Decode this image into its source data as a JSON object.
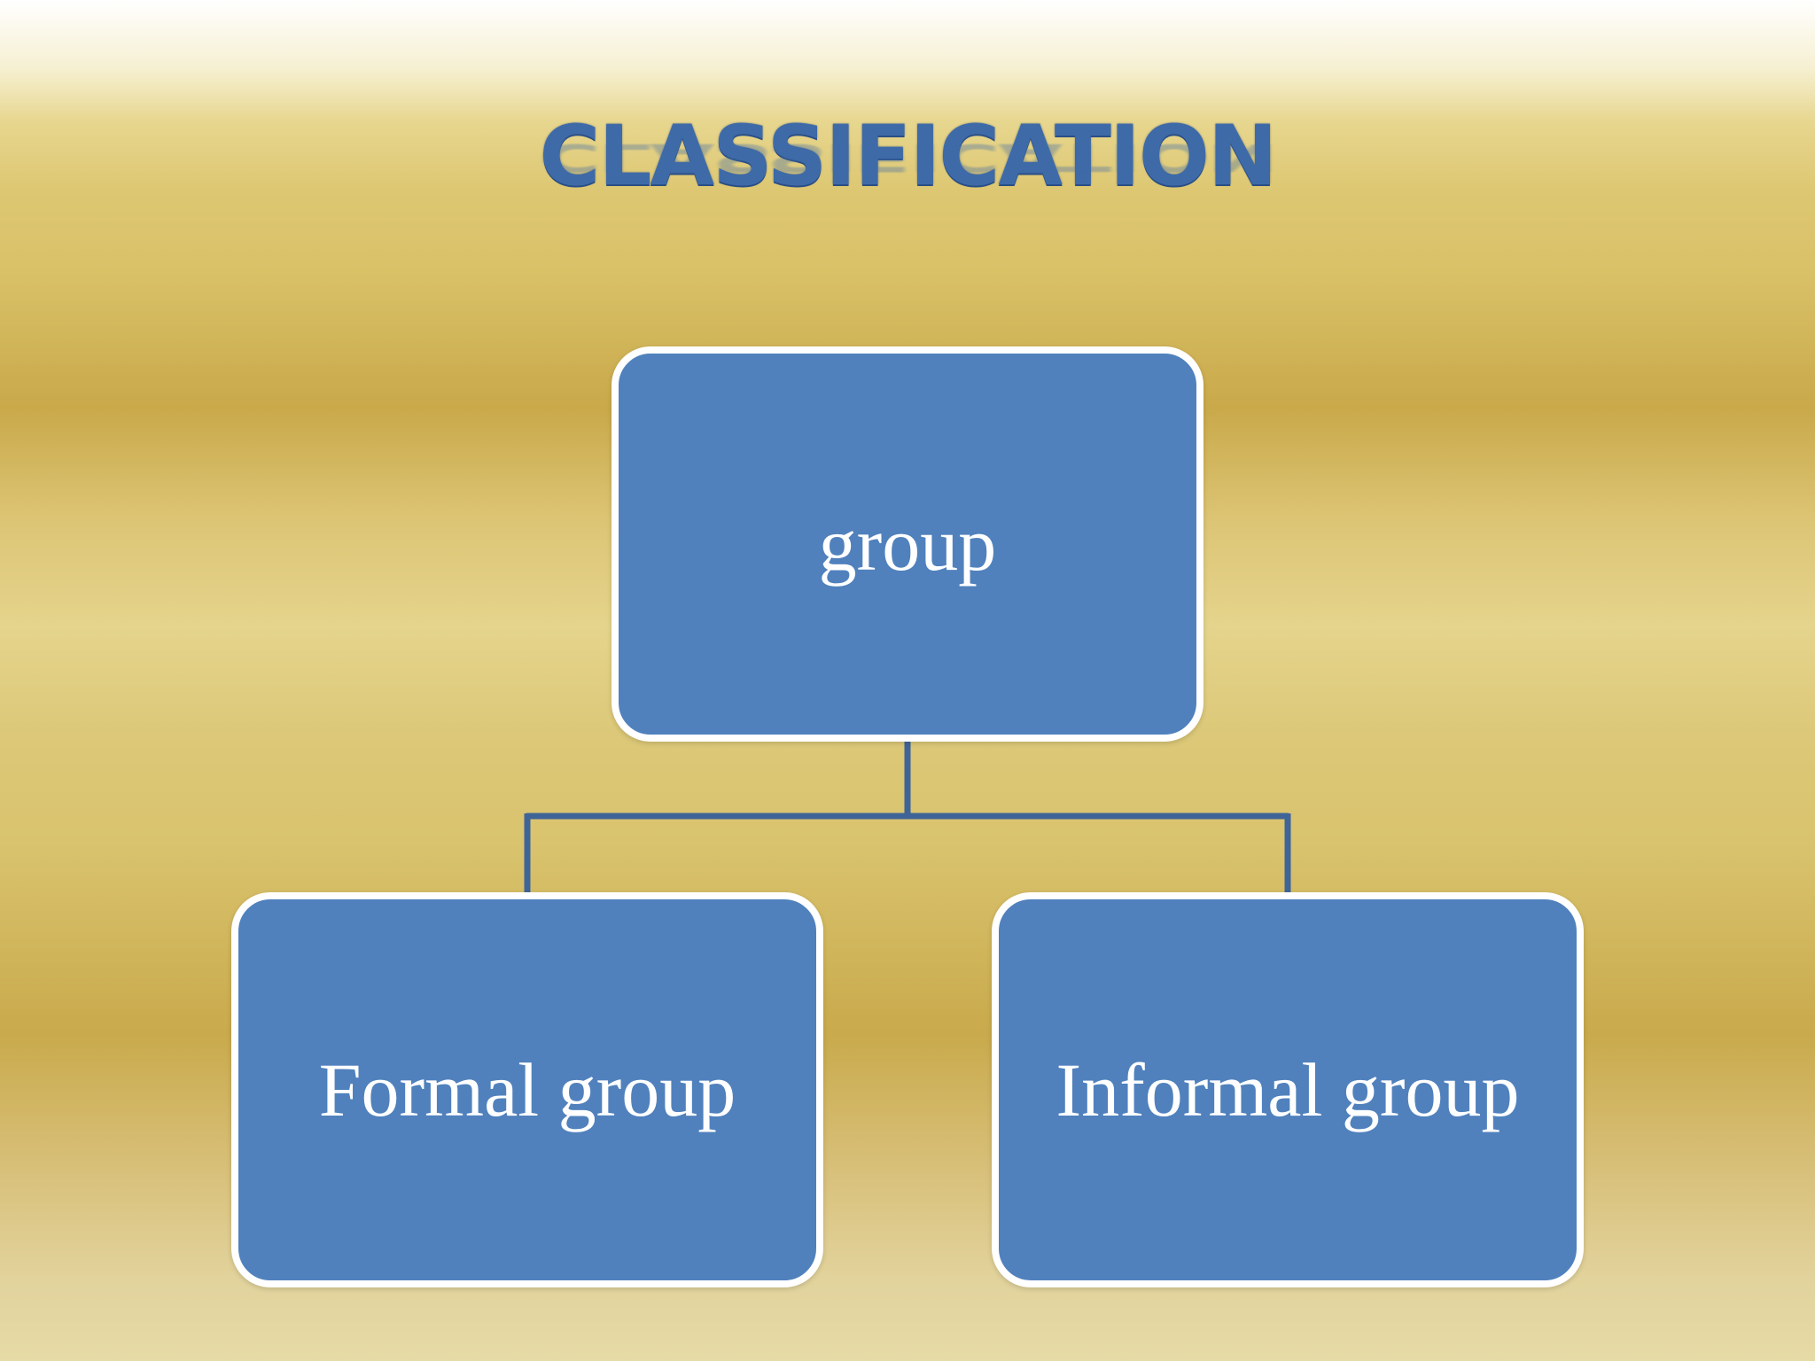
{
  "slide": {
    "title": "CLASSIFICATION"
  },
  "diagram": {
    "root": {
      "label": "group"
    },
    "children": [
      {
        "label": "Formal group"
      },
      {
        "label": "Informal group"
      }
    ]
  },
  "colors": {
    "node_fill": "#5081bd",
    "node_border": "#ffffff",
    "connector": "#3f6497",
    "title": "#3e6aa8"
  }
}
